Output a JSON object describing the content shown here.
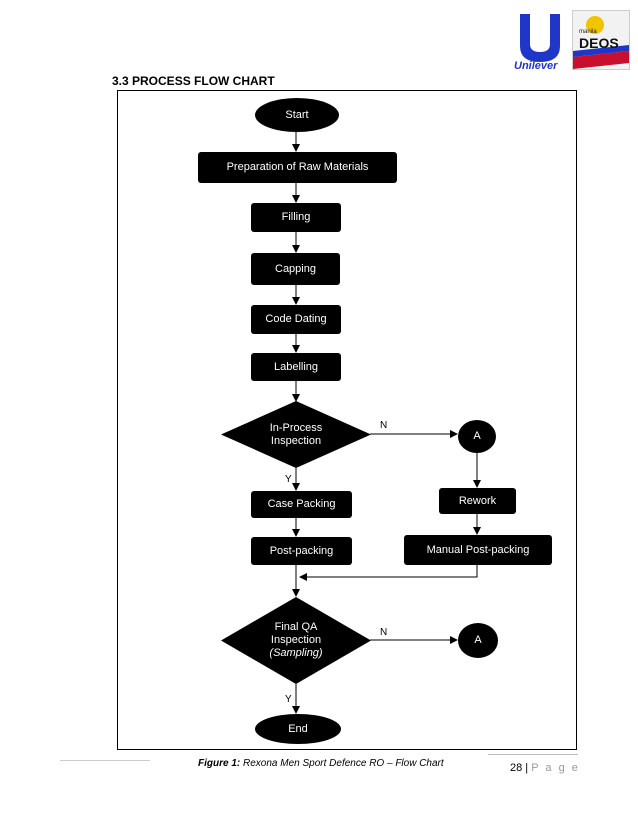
{
  "header": {
    "logo1": "Unilever",
    "logo2_small": "manila",
    "logo2_main": "DEOS"
  },
  "section_heading": "3.3 PROCESS FLOW CHART",
  "flow": {
    "start": "Start",
    "prep": "Preparation of Raw Materials",
    "filling": "Filling",
    "capping": "Capping",
    "code_dating": "Code Dating",
    "labelling": "Labelling",
    "inproc_line1": "In-Process",
    "inproc_line2": "Inspection",
    "n1": "N",
    "a1": "A",
    "y1": "Y",
    "case_packing": "Case Packing",
    "rework": "Rework",
    "post_packing": "Post-packing",
    "manual_post": "Manual Post-packing",
    "final_line1": "Final QA",
    "final_line2": "Inspection",
    "final_line3": "(Sampling)",
    "n2": "N",
    "a2": "A",
    "y2": "Y",
    "end": "End"
  },
  "caption": {
    "prefix": "Figure 1:",
    "text": " Rexona Men Sport Defence RO – Flow Chart"
  },
  "footer": {
    "page_number": "28",
    "sep": " | ",
    "page_word": "P a g e"
  }
}
